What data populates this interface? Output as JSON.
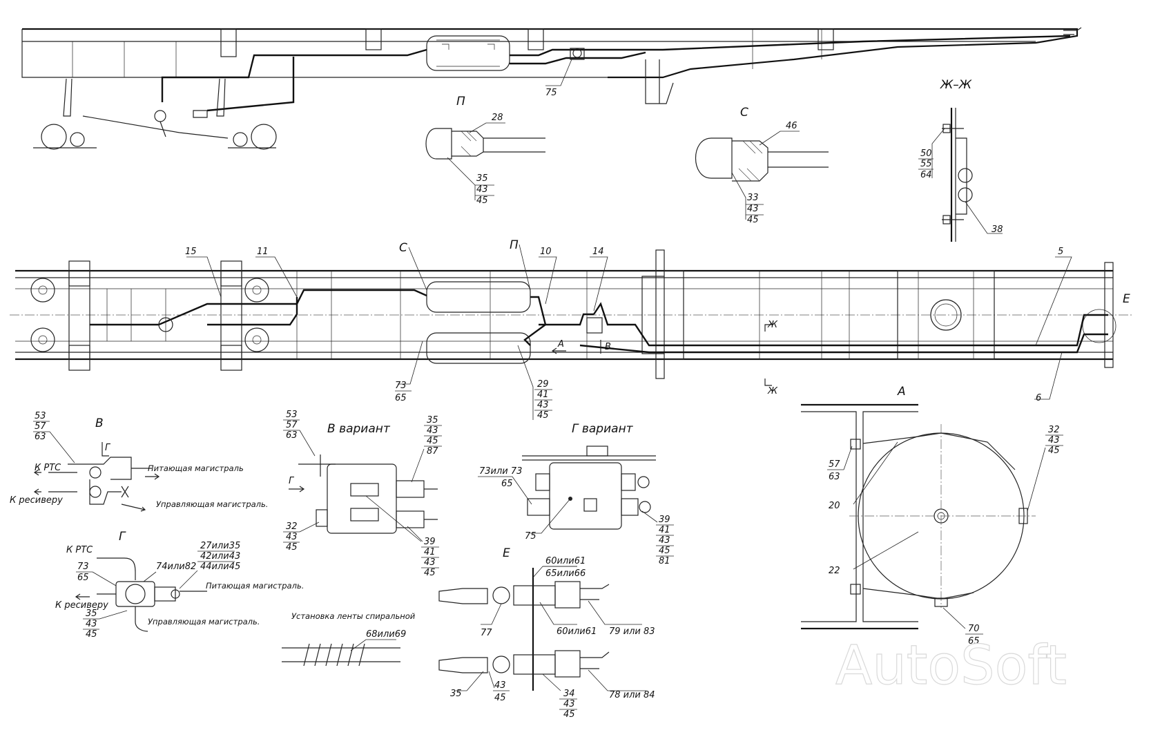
{
  "views": {
    "P": "П",
    "S": "С",
    "ZhZh": "Ж–Ж",
    "V": "В",
    "G": "Г",
    "E": "Е",
    "A": "А",
    "V_variant": "В  вариант",
    "G_variant": "Г вариант"
  },
  "markers": {
    "ZhTop": "Ж",
    "ZhBottom": "Ж",
    "A_arrow": "А",
    "B_arrow": "В",
    "S": "С",
    "P": "П",
    "E": "Е",
    "G_arrow": "Г",
    "G_arrow2": "Г",
    "G_arrow3": "Г"
  },
  "top_view_labels": {
    "p75": "75"
  },
  "detail_P": {
    "pos28": "28",
    "stack": [
      "35",
      "43",
      "45"
    ]
  },
  "detail_S": {
    "pos46": "46",
    "stack": [
      "33",
      "43",
      "45"
    ]
  },
  "detail_ZhZh": {
    "stack": [
      "50",
      "55",
      "64"
    ],
    "pos38": "38"
  },
  "plan_view_labels": {
    "p15": "15",
    "p11": "11",
    "p10": "10",
    "p14": "14",
    "p5": "5",
    "p6": "6",
    "s73": [
      "73",
      "65"
    ],
    "s29": [
      "29",
      "41",
      "43",
      "45"
    ]
  },
  "detail_V": {
    "stack": [
      "53",
      "57",
      "63"
    ],
    "k_rtc": "К РТС",
    "k_receiver": "К ресиверу",
    "supply": "Питающая магистраль",
    "control": "Управляющая магистраль."
  },
  "detail_G": {
    "k_rtc": "К РТС",
    "stack73": [
      "73",
      "65"
    ],
    "p74": "74или82",
    "stack27": [
      "27или35",
      "42или43",
      "44или45"
    ],
    "k_receiver": "К ресиверу",
    "stack35": [
      "35",
      "43",
      "45"
    ],
    "supply": "Питающая магистраль.",
    "control": "Управляющая магистраль."
  },
  "detail_Vvar": {
    "stack53": [
      "53",
      "57",
      "63"
    ],
    "stack35": [
      "35",
      "43",
      "45",
      "87"
    ],
    "stack32": [
      "32",
      "43",
      "45"
    ],
    "stack39": [
      "39",
      "41",
      "43",
      "45"
    ]
  },
  "detail_Gvar": {
    "stack73": [
      "73или 73",
      "65"
    ],
    "p75": "75",
    "stack39": [
      "39",
      "41",
      "43",
      "45",
      "81"
    ]
  },
  "spiral": {
    "caption": "Установка ленты спиральной",
    "label": "68или69"
  },
  "detail_E": {
    "stack60a": [
      "60или61",
      "65или66"
    ],
    "p77": "77",
    "p60b": "60или61",
    "p79": "79 или 83",
    "stack35": [
      "35"
    ],
    "stack43": [
      "43",
      "45"
    ],
    "stack34": [
      "34",
      "43",
      "45"
    ],
    "p78": "78 или 84"
  },
  "detail_A": {
    "stack57": [
      "57",
      "63"
    ],
    "p20": "20",
    "p22": "22",
    "stack32": [
      "32",
      "43",
      "45"
    ],
    "stack70": [
      "70",
      "65"
    ]
  },
  "watermark": "AutoSoft"
}
